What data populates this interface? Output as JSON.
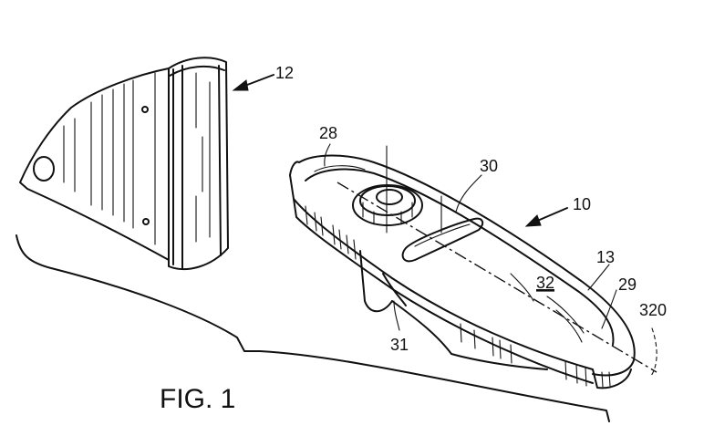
{
  "figure_caption": "FIG. 1",
  "labels": {
    "l12": "12",
    "l28": "28",
    "l30": "30",
    "l10": "10",
    "l13": "13",
    "l32": "32",
    "l29": "29",
    "l320": "320",
    "l31": "31"
  },
  "ink_color": "#111111",
  "background_color": "#ffffff"
}
